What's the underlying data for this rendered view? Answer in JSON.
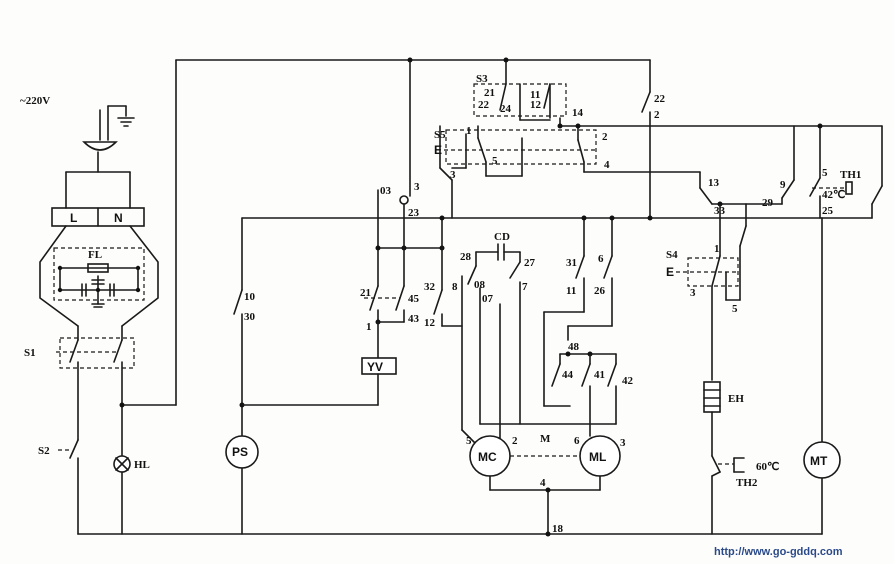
{
  "supply_label": "~220V",
  "terminal_block": {
    "l": "L",
    "n": "N"
  },
  "filter_label": "FL",
  "switches": {
    "s1": "S1",
    "s2": "S2",
    "s3": "S3",
    "s4": "S4",
    "s5": "S5"
  },
  "components": {
    "hl": "HL",
    "ps": "PS",
    "yv": "YV",
    "mc": "MC",
    "ml": "ML",
    "mt": "MT",
    "eh": "EH",
    "cd": "CD",
    "m": "M",
    "th1": "TH1",
    "th2": "TH2",
    "th1_temp": "42℃",
    "th2_temp": "60℃"
  },
  "s3_labels": {
    "a": "21",
    "b": "22",
    "c": "24",
    "d": "11",
    "e": "12",
    "f": "14"
  },
  "s5_labels": {
    "p1": "1",
    "p2": "2",
    "p3": "3",
    "p4": "4",
    "p5": "5"
  },
  "s4_labels": {
    "p1": "1",
    "p3": "3",
    "p5": "5"
  },
  "node_labels": {
    "n03": "03",
    "n3": "3",
    "n23": "23",
    "n22": "22",
    "n2": "2",
    "n13": "13",
    "n33": "33",
    "n9": "9",
    "n29": "29",
    "n5": "5",
    "n25": "25",
    "n10": "10",
    "n30": "30",
    "n21": "21",
    "n1": "1",
    "n45": "45",
    "n43": "43",
    "n32": "32",
    "n12": "12",
    "n28": "28",
    "n27": "27",
    "n8": "8",
    "n08": "08",
    "n07": "07",
    "n7": "7",
    "n31": "31",
    "n6": "6",
    "n11": "11",
    "n26": "26",
    "n48": "48",
    "n44": "44",
    "n41": "41",
    "n42": "42",
    "mc5": "5",
    "mc2": "2",
    "ml6": "6",
    "ml3": "3",
    "n4": "4",
    "n18": "18"
  },
  "watermark": "http://www.go-gddq.com"
}
